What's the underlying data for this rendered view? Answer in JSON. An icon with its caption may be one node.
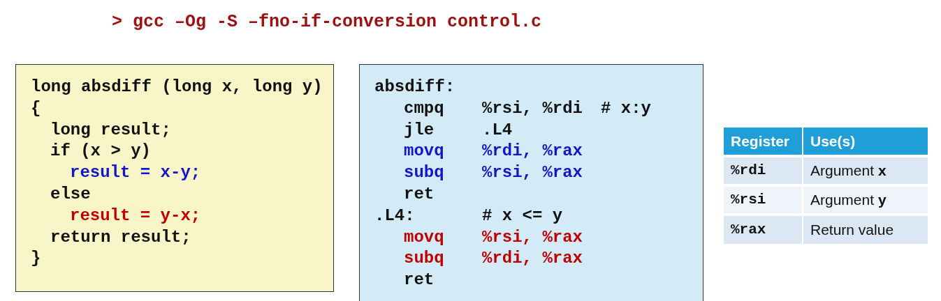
{
  "diagram": {
    "title": "> gcc –Og -S –fno-if-conversion control.c",
    "nodes": [
      {
        "text": [
          "long absdiff (long x, long y)",
          "{",
          "long result;",
          "if (x > y)",
          "result = x-y;",
          "else",
          "result = y-x;",
          "return result;",
          "}"
        ]
      },
      {
        "text": [
          "absdiff:",
          "cmpq",
          "%rsi, %rdi",
          "# x:y",
          "jle",
          ".L4",
          "movq",
          "%rdi, %rax",
          "subq",
          "%rsi, %rax",
          "ret",
          ".L4:",
          "# x <= y",
          "movq",
          "%rsi, %rax",
          "subq",
          "%rdi, %rax",
          "ret"
        ]
      }
    ],
    "edges": [],
    "labels": [
      "Register",
      "Use(s)",
      "%rdi",
      "Argument **x**",
      "%rsi",
      "Argument **y**",
      "%rax",
      "Return value"
    ]
  }
}
